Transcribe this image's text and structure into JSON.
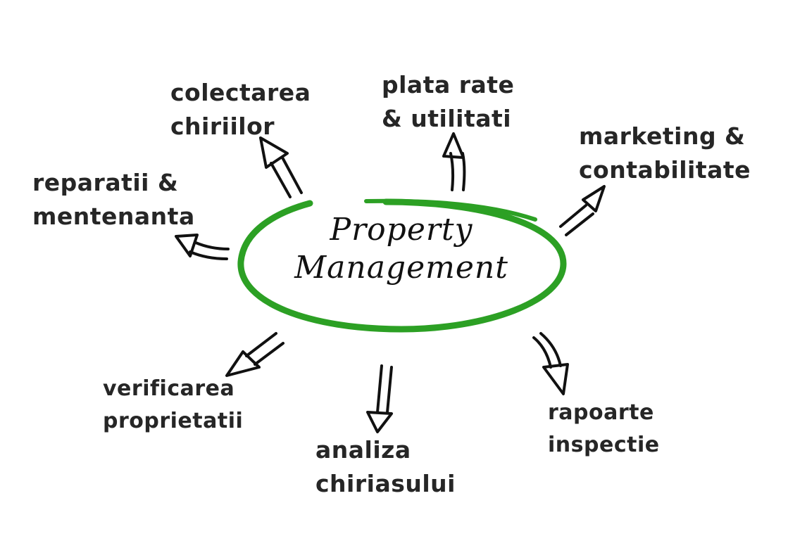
{
  "center": {
    "line1": "Property",
    "line2": "Management"
  },
  "topics": [
    {
      "id": "colectarea",
      "line1": "colectarea",
      "line2": "chiriilor"
    },
    {
      "id": "plata",
      "line1": "plata rate",
      "line2": "& utilitati"
    },
    {
      "id": "marketing",
      "line1": "marketing &",
      "line2": "contabilitate"
    },
    {
      "id": "reparatii",
      "line1": "reparatii &",
      "line2": "mentenanta"
    },
    {
      "id": "verificarea",
      "line1": "verificarea",
      "line2": "proprietatii"
    },
    {
      "id": "analiza",
      "line1": "analiza",
      "line2": "chiriasului"
    },
    {
      "id": "rapoarte",
      "line1": "rapoarte",
      "line2": "inspectie"
    }
  ],
  "colors": {
    "ellipse": "#2ca024",
    "ink": "#262626",
    "background": "#ffffff"
  }
}
